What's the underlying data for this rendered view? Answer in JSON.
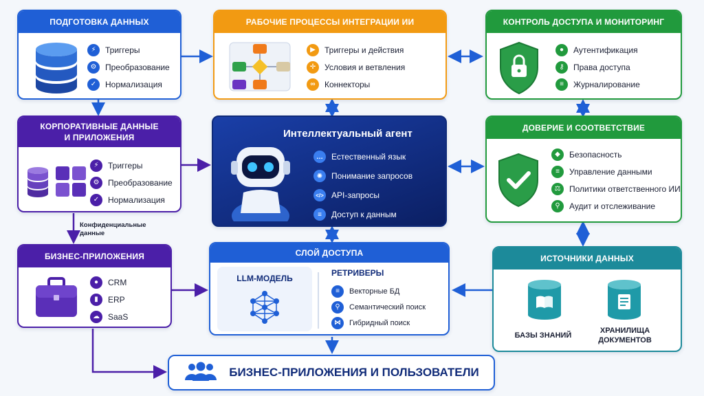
{
  "colors": {
    "blue": "#1f5fd6",
    "orange": "#f29a12",
    "green": "#219a3d",
    "purple": "#4b1fa8",
    "teal": "#1c8a9a",
    "navy": "#0f2a78"
  },
  "data_prep": {
    "title": "ПОДГОТОВКА ДАННЫХ",
    "items": [
      "Триггеры",
      "Преобразование",
      "Нормализация"
    ],
    "icons": [
      "lightning-icon",
      "gear-icon",
      "check-icon"
    ]
  },
  "workflows": {
    "title": "РАБОЧИЕ ПРОЦЕССЫ ИНТЕГРАЦИИ ИИ",
    "items": [
      "Триггеры и действия",
      "Условия и ветвления",
      "Коннекторы"
    ],
    "icons": [
      "play-icon",
      "branch-icon",
      "link-icon"
    ]
  },
  "access_control": {
    "title": "КОНТРОЛЬ ДОСТУПА И МОНИТОРИНГ",
    "items": [
      "Аутентификация",
      "Права доступа",
      "Журналирование"
    ],
    "icons": [
      "user-icon",
      "key-icon",
      "log-icon"
    ]
  },
  "corporate": {
    "title_line1": "КОРПОРАТИВНЫЕ ДАННЫЕ",
    "title_line2": "И ПРИЛОЖЕНИЯ",
    "items": [
      "Триггеры",
      "Преобразование",
      "Нормализация"
    ],
    "icons": [
      "lightning-icon",
      "gear-icon",
      "check-icon"
    ]
  },
  "agent": {
    "title": "Интеллектуальный агент",
    "items": [
      "Естественный язык",
      "Понимание запросов",
      "API-запросы",
      "Доступ к данным"
    ],
    "icons": [
      "chat-icon",
      "brain-icon",
      "code-icon",
      "database-icon"
    ]
  },
  "trust": {
    "title": "ДОВЕРИЕ И СООТВЕТСТВИЕ",
    "items": [
      "Безопасность",
      "Управление данными",
      "Политики ответственного ИИ",
      "Аудит и отслеживание"
    ],
    "icons": [
      "shield-icon",
      "database-icon",
      "scales-icon",
      "search-icon"
    ]
  },
  "confidential_label": "Конфиденциальные данные",
  "biz_apps": {
    "title": "БИЗНЕС-ПРИЛОЖЕНИЯ",
    "items": [
      "CRM",
      "ERP",
      "SaaS"
    ],
    "icons": [
      "user-icon",
      "chart-icon",
      "cloud-icon"
    ]
  },
  "access_layer": {
    "title": "СЛОЙ ДОСТУПА",
    "llm_title": "LLM-МОДЕЛЬ",
    "retrievers_title": "РЕТРИВЕРЫ",
    "items": [
      "Векторные БД",
      "Семантический поиск",
      "Гибридный поиск"
    ],
    "icons": [
      "database-icon",
      "search-icon",
      "share-icon"
    ]
  },
  "sources": {
    "title": "ИСТОЧНИКИ ДАННЫХ",
    "kb_label": "БАЗЫ ЗНАНИЙ",
    "docs_label_line1": "ХРАНИЛИЩА",
    "docs_label_line2": "ДОКУМЕНТОВ"
  },
  "bottom": {
    "title": "БИЗНЕС-ПРИЛОЖЕНИЯ И ПОЛЬЗОВАТЕЛИ"
  }
}
